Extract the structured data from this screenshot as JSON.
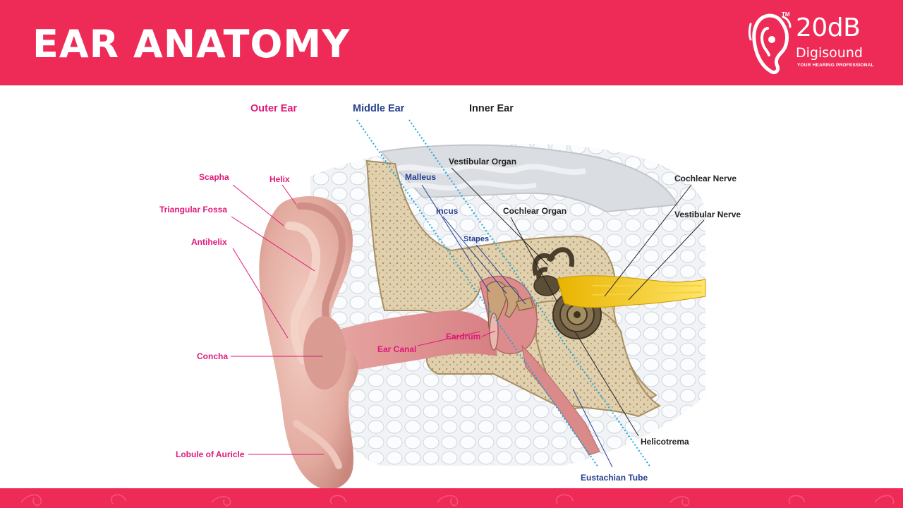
{
  "header": {
    "title": "EAR ANATOMY",
    "logo": {
      "brand": "20dB",
      "name": "Digisound",
      "tagline": "YOUR HEARING PROFESSIONAL",
      "trademark": "TM"
    }
  },
  "colors": {
    "brand": "#ee2b57",
    "outer_label": "#e0187a",
    "middle_label": "#263f8f",
    "inner_label": "#222222"
  },
  "diagram": {
    "sections": {
      "outer": "Outer Ear",
      "middle": "Middle Ear",
      "inner": "Inner Ear"
    },
    "labels": {
      "scapha": "Scapha",
      "helix": "Helix",
      "triangular_fossa": "Triangular Fossa",
      "antihelix": "Antihelix",
      "concha": "Concha",
      "lobule": "Lobule of Auricle",
      "ear_canal": "Ear Canal",
      "eardrum": "Eardrum",
      "malleus": "Malleus",
      "incus": "Incus",
      "stapes": "Stapes",
      "eustachian_tube": "Eustachian Tube",
      "vestibular_organ": "Vestibular Organ",
      "cochlear_organ": "Cochlear Organ",
      "cochlear_nerve": "Cochlear Nerve",
      "vestibular_nerve": "Vestibular Nerve",
      "helicotrema": "Helicotrema"
    }
  }
}
